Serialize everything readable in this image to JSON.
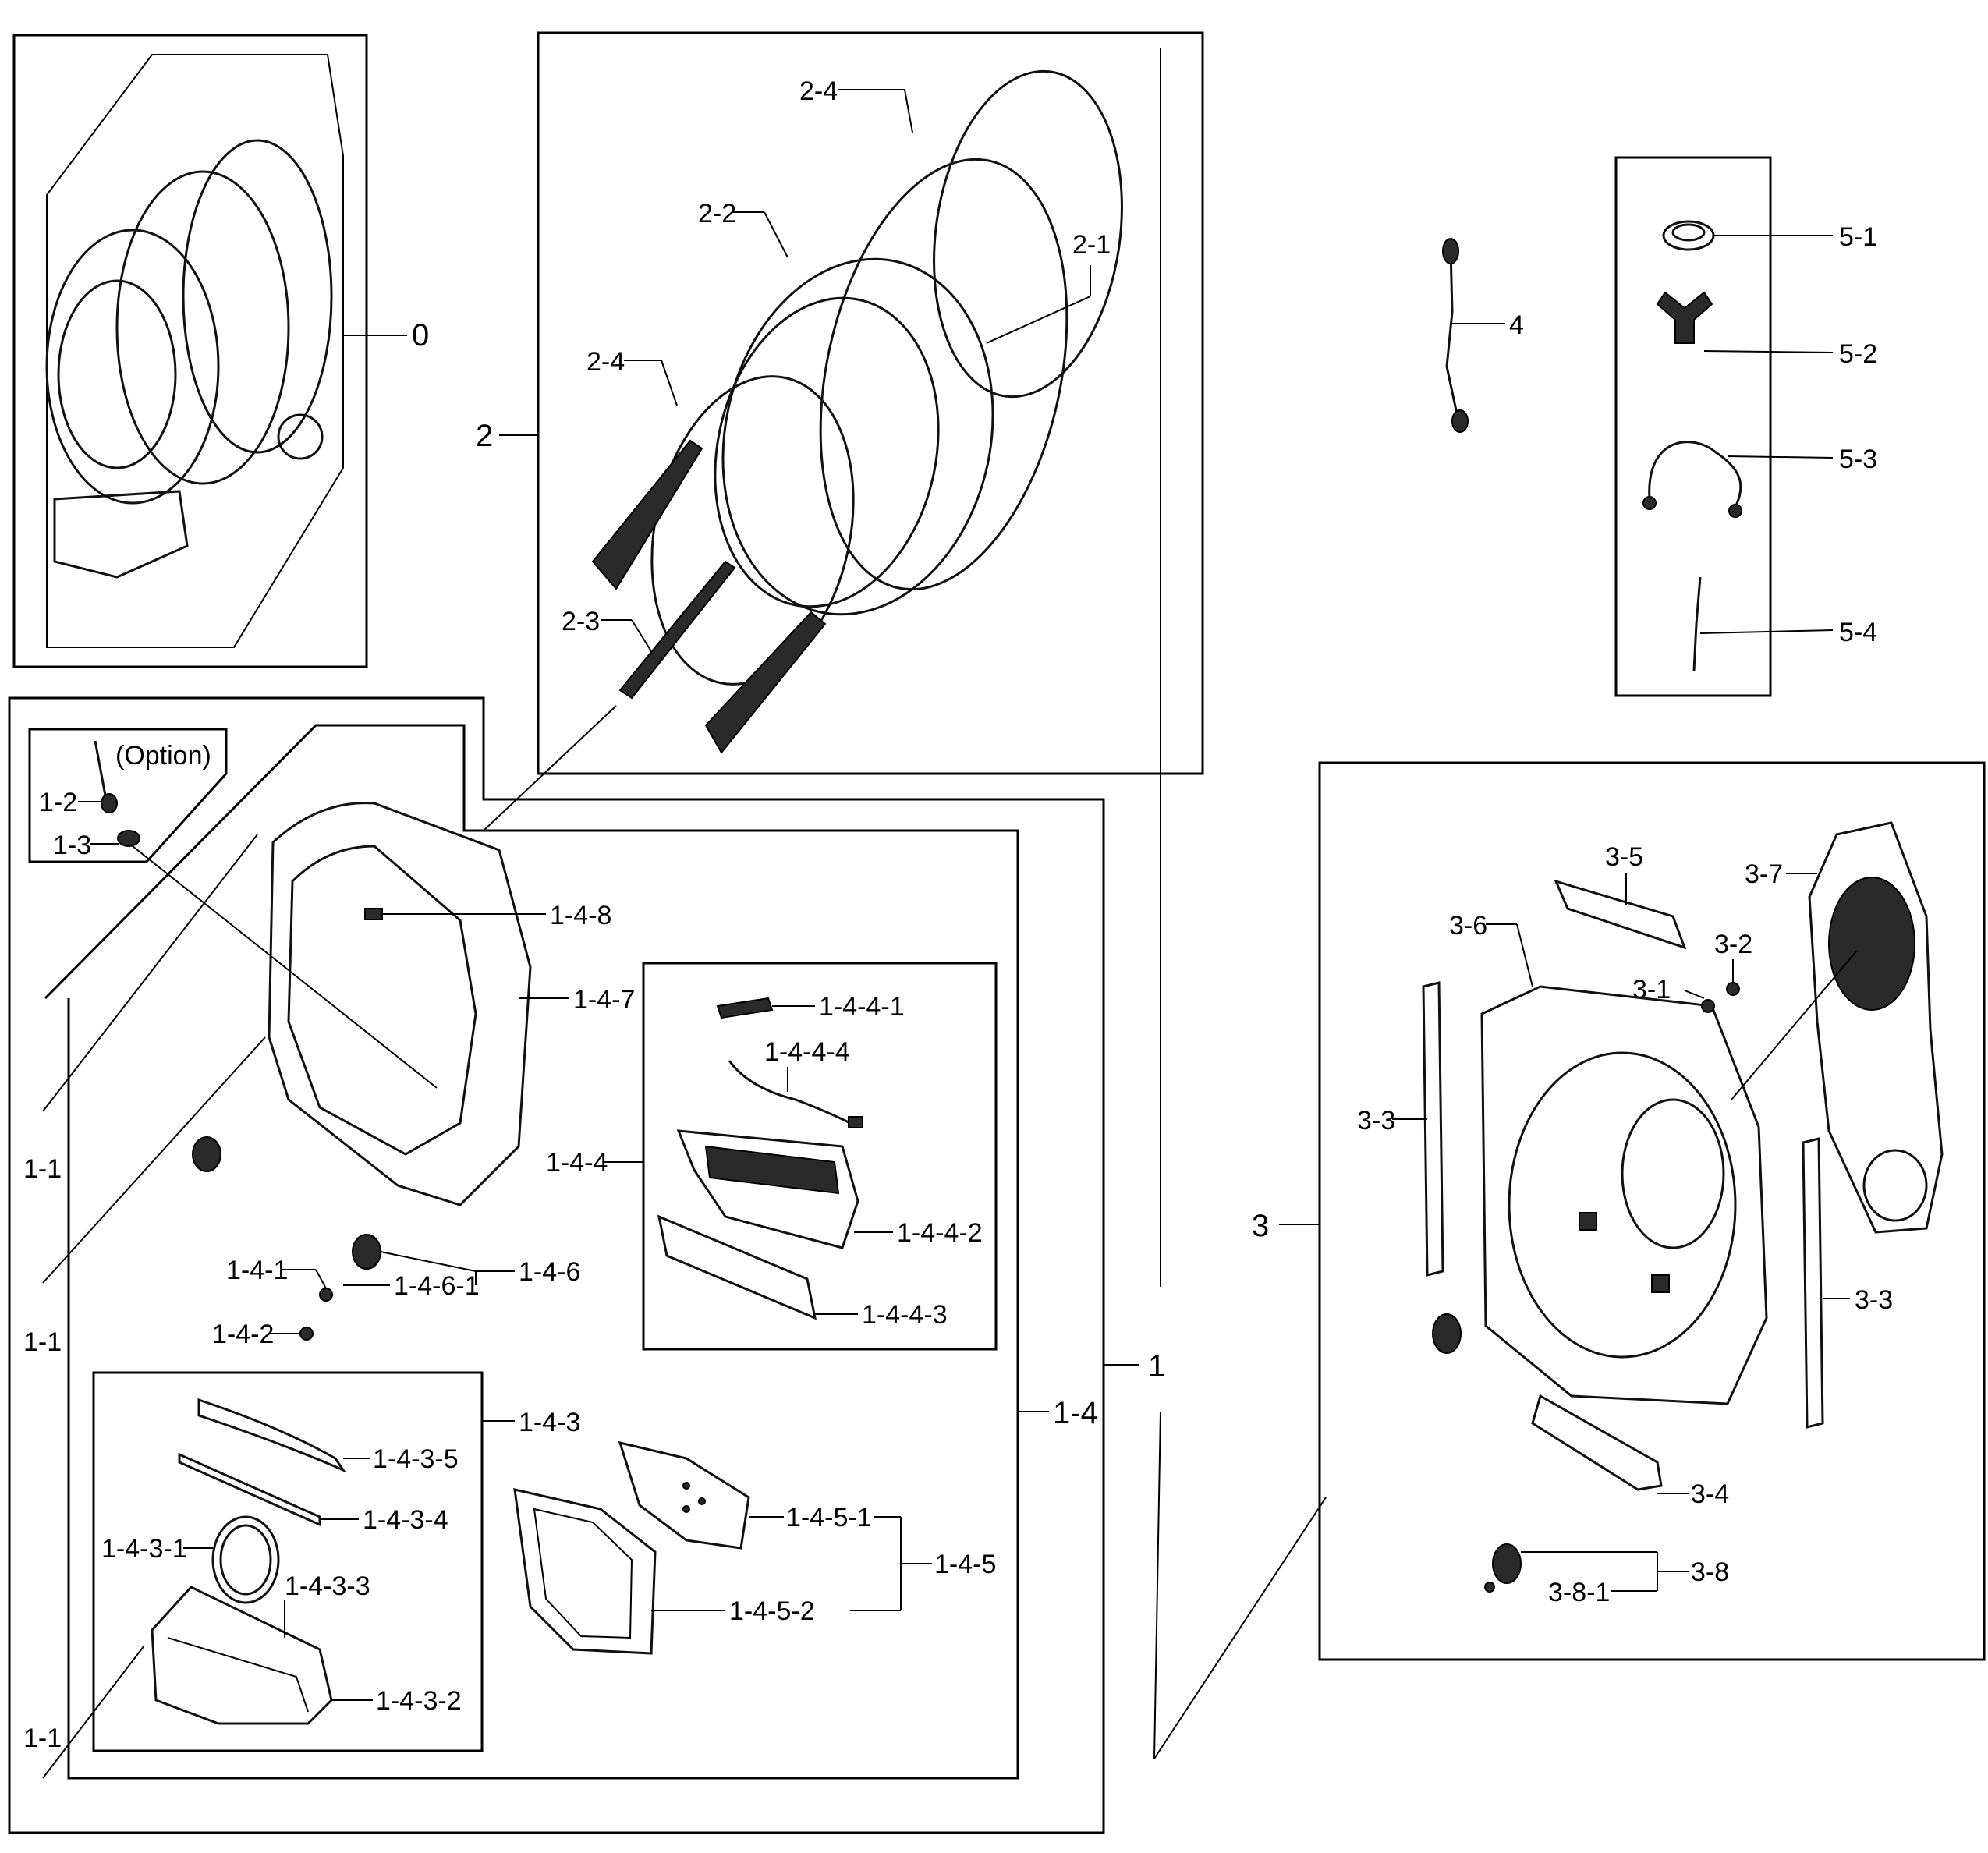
{
  "labels": {
    "l0": "0",
    "l2": "2",
    "l2_4a": "2-4",
    "l2_2": "2-2",
    "l2_1": "2-1",
    "l2_4b": "2-4",
    "l2_3": "2-3",
    "l4": "4",
    "l5_1": "5-1",
    "l5_2": "5-2",
    "l5_3": "5-3",
    "l5_4": "5-4",
    "option": "(Option)",
    "l1_2": "1-2",
    "l1_3": "1-3",
    "l1_4_8": "1-4-8",
    "l1_4_7": "1-4-7",
    "l1_1a": "1-1",
    "l1_1b": "1-1",
    "l1_1c": "1-1",
    "l1_4_4": "1-4-4",
    "l1_4_4_1": "1-4-4-1",
    "l1_4_4_4": "1-4-4-4",
    "l1_4_4_2": "1-4-4-2",
    "l1_4_4_3": "1-4-4-3",
    "l1_4_1": "1-4-1",
    "l1_4_2": "1-4-2",
    "l1_4_6_1": "1-4-6-1",
    "l1_4_6": "1-4-6",
    "l1_4": "1-4",
    "l1": "1",
    "l1_4_3": "1-4-3",
    "l1_4_3_5": "1-4-3-5",
    "l1_4_3_4": "1-4-3-4",
    "l1_4_3_1": "1-4-3-1",
    "l1_4_3_3": "1-4-3-3",
    "l1_4_3_2": "1-4-3-2",
    "l1_4_5_1": "1-4-5-1",
    "l1_4_5": "1-4-5",
    "l1_4_5_2": "1-4-5-2",
    "l3": "3",
    "l3_5": "3-5",
    "l3_7": "3-7",
    "l3_6": "3-6",
    "l3_2": "3-2",
    "l3_1": "3-1",
    "l3_3a": "3-3",
    "l3_3b": "3-3",
    "l3_4": "3-4",
    "l3_8": "3-8",
    "l3_8_1": "3-8-1"
  }
}
